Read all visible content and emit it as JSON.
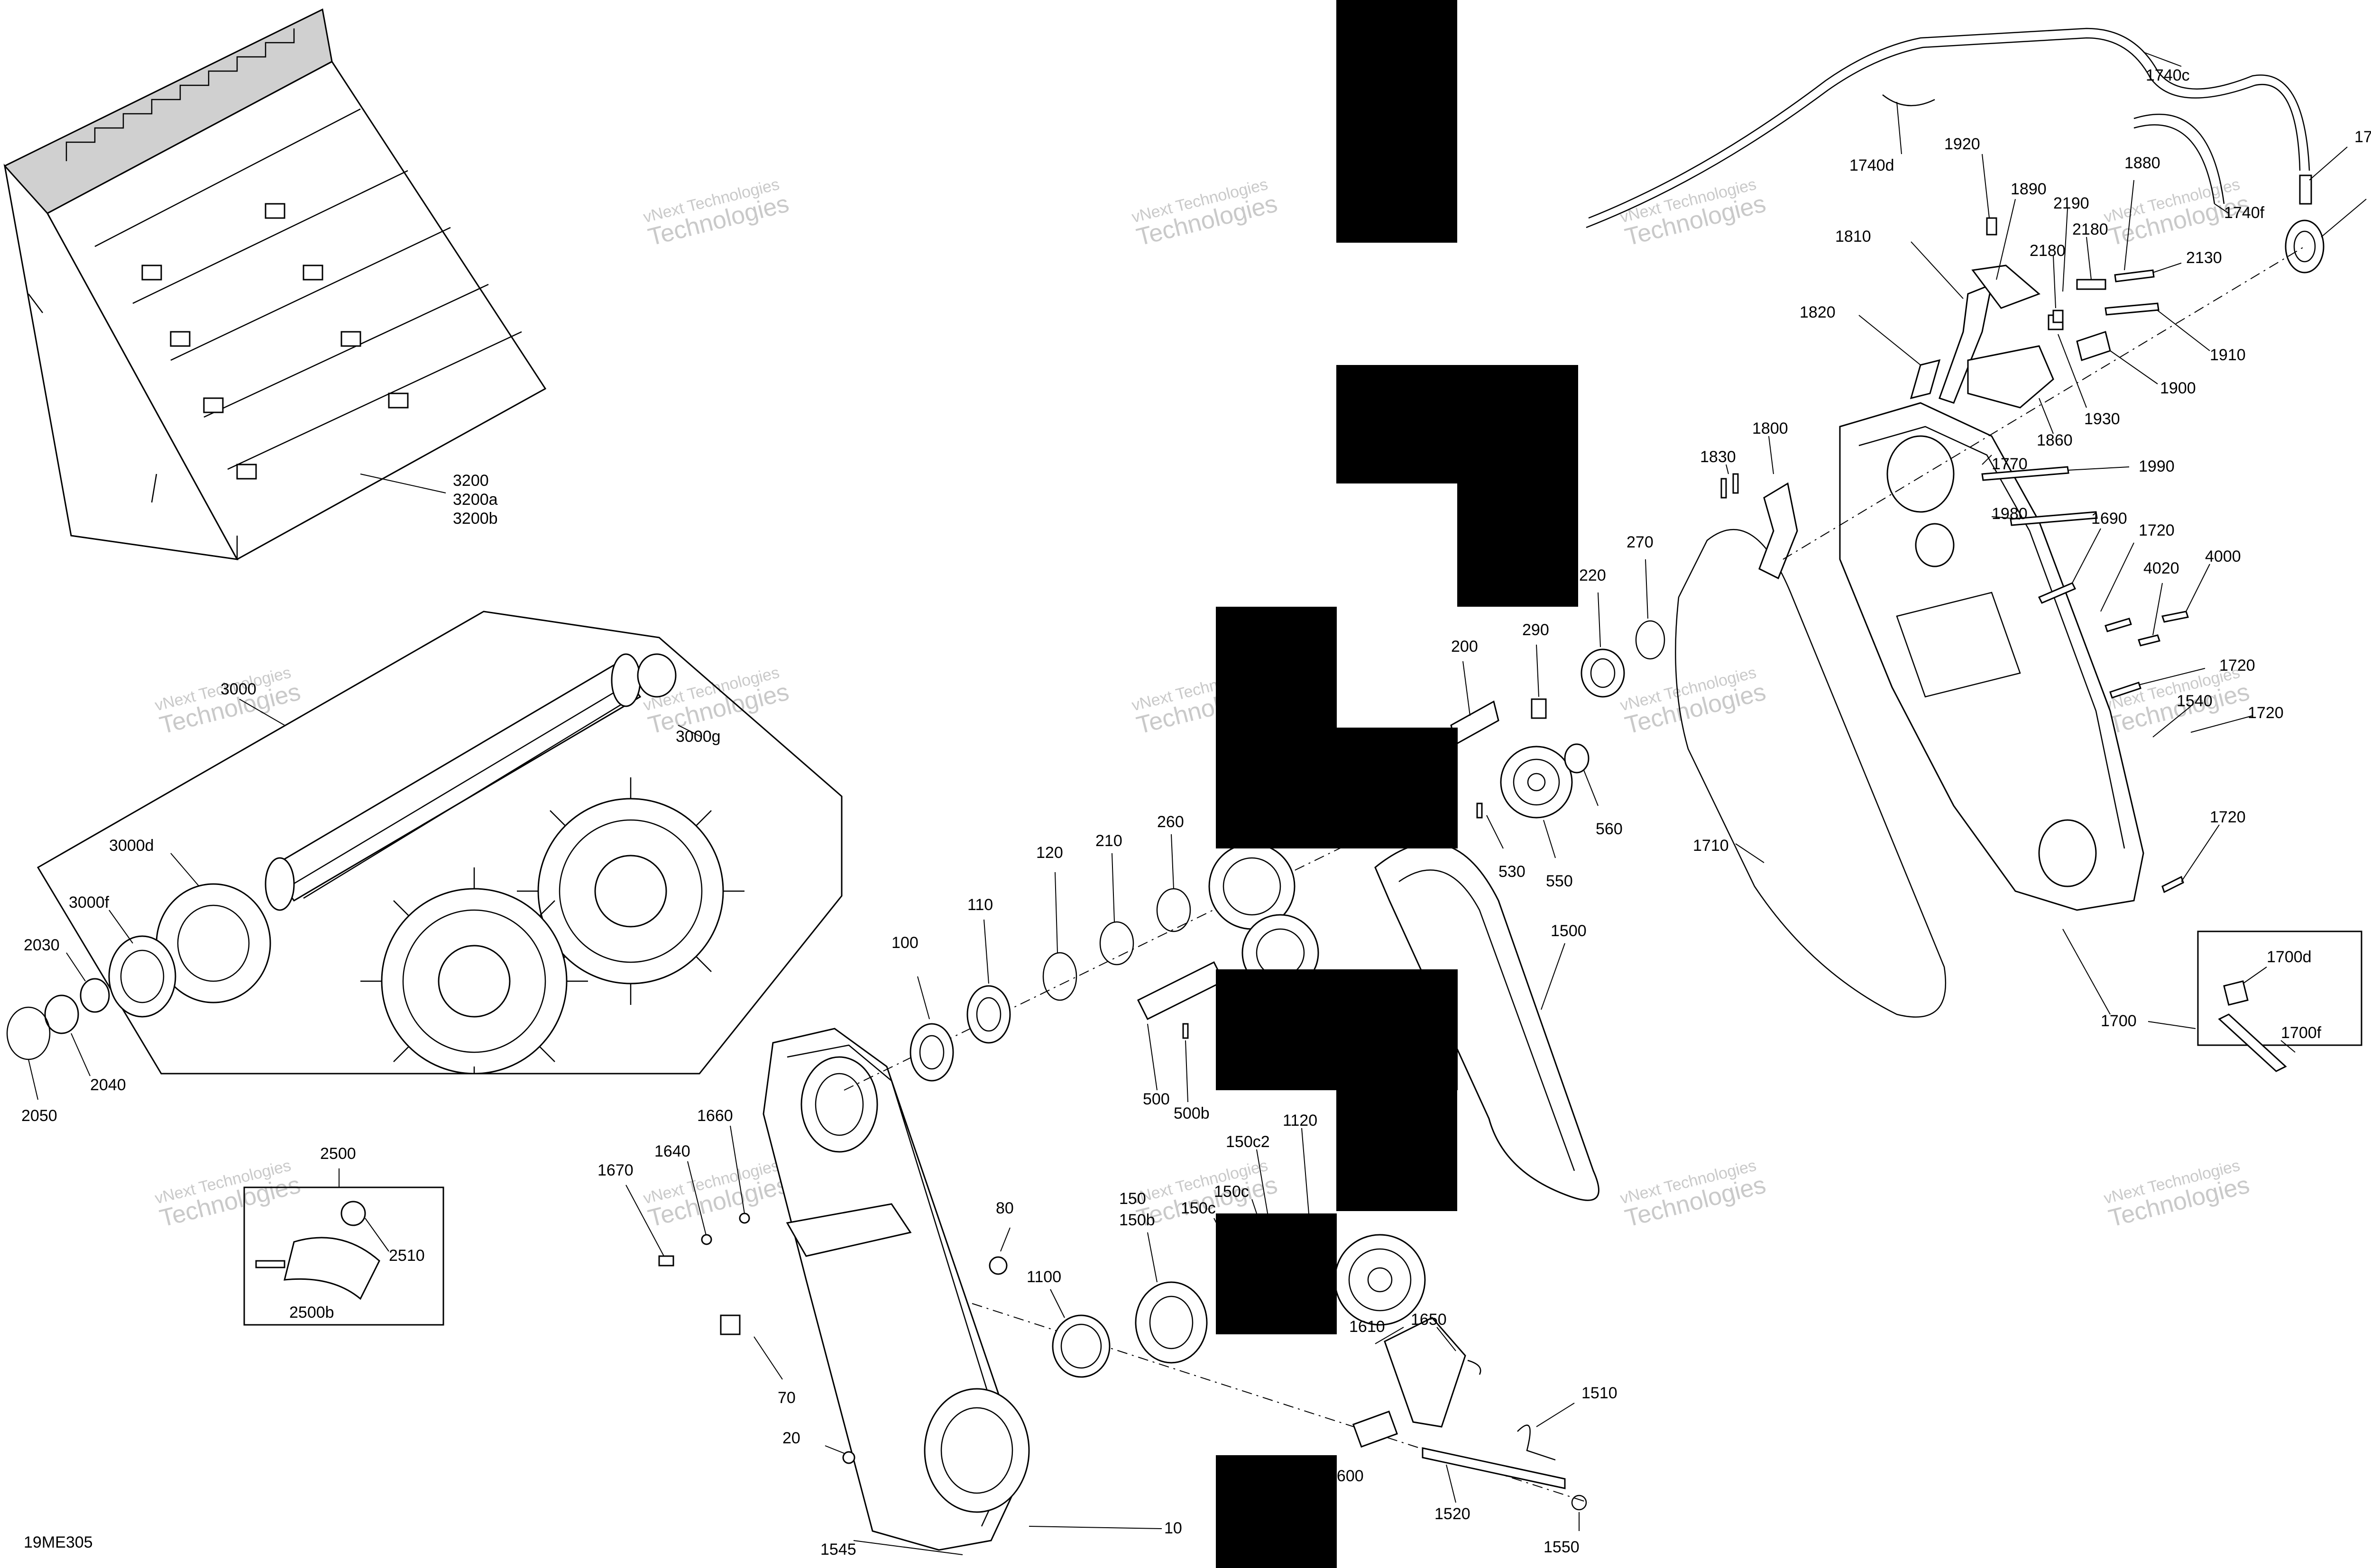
{
  "diagram": {
    "code": "19ME305",
    "watermark": [
      "vNext Technologies",
      "Technologies"
    ],
    "callouts": {
      "c10": "10",
      "c20": "20",
      "c70": "70",
      "c80": "80",
      "c100": "100",
      "c110": "110",
      "c120": "120",
      "c150": "150",
      "c150b": "150b",
      "c150c": "150c",
      "c150c2": "150c2",
      "c150d": "150c",
      "c200": "200",
      "c210": "210",
      "c220": "220",
      "c260": "260",
      "c270": "270",
      "c290": "290",
      "c500": "500",
      "c500b": "500b",
      "c530": "530",
      "c550": "550",
      "c560": "560",
      "c1100": "1100",
      "c1120": "1120",
      "c1500": "1500",
      "c1510": "1510",
      "c1520": "1520",
      "c1540": "1540",
      "c1545": "1545",
      "c1550": "1550",
      "c1600": "1600",
      "c1610": "1610",
      "c1640": "1640",
      "c1650": "1650",
      "c1660": "1660",
      "c1670": "1670",
      "c1690": "1690",
      "c1700": "1700",
      "c1700d": "1700d",
      "c1700f": "1700f",
      "c1710": "1710",
      "c1720a": "1720",
      "c1720b": "1720",
      "c1720c": "1720",
      "c1720d": "1720",
      "c1740a": "1740a",
      "c1740b": "1740b",
      "c1740c": "1740c",
      "c1740d": "1740d",
      "c1740f": "1740f",
      "c1770": "1770",
      "c1800": "1800",
      "c1810": "1810",
      "c1820": "1820",
      "c1830": "1830",
      "c1860": "1860",
      "c1880": "1880",
      "c1890": "1890",
      "c1900": "1900",
      "c1910": "1910",
      "c1920": "1920",
      "c1930": "1930",
      "c1980": "1980",
      "c1990": "1990",
      "c2030": "2030",
      "c2040": "2040",
      "c2050": "2050",
      "c2130": "2130",
      "c2180a": "2180",
      "c2180b": "2180",
      "c2190": "2190",
      "c2500": "2500",
      "c2500b": "2500b",
      "c2510": "2510",
      "c3000": "3000",
      "c3000d": "3000d",
      "c3000f": "3000f",
      "c3000g": "3000g",
      "c3200": "3200",
      "c3200a": "3200a",
      "c3200b": "3200b",
      "c4000": "4000",
      "c4020": "4020"
    }
  }
}
